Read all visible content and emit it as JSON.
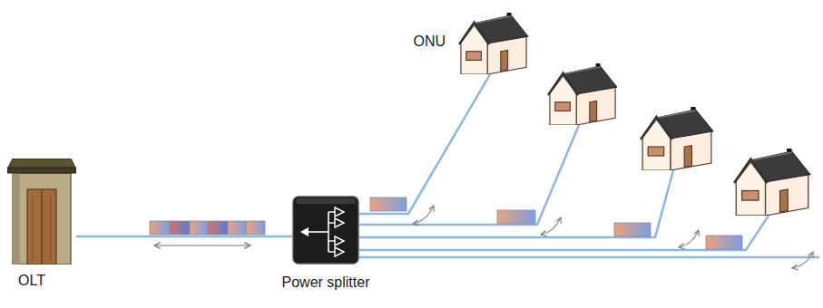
{
  "diagram": {
    "nodes": [
      {
        "text": [
          "OLT"
        ]
      },
      {
        "text": [
          "Power splitter"
        ]
      },
      {
        "text": [
          "ONU"
        ]
      }
    ],
    "edges": [
      {
        "from": 0,
        "to": 1,
        "arrow": "none"
      },
      {
        "from": 1,
        "to": 2,
        "arrow": "none"
      }
    ]
  }
}
